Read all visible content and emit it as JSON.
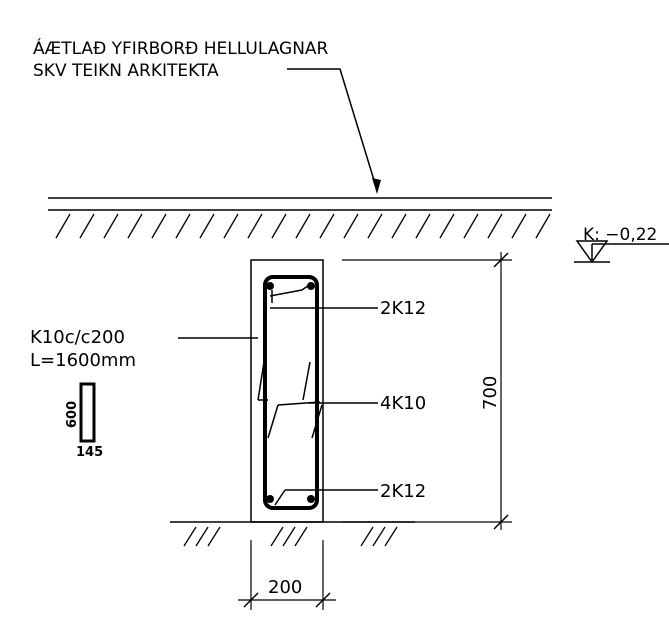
{
  "note": {
    "line1": "ÁÆTLAÐ YFIRBORÐ HELLULAGNAR",
    "line2": "SKV TEIKN ARKITEKTA"
  },
  "elevation_label": "K: −0,22",
  "bars": {
    "top": "2K12",
    "middle": "4K10",
    "bottom": "2K12"
  },
  "stirrup": {
    "line1": "K10c/c200",
    "line2": "L=1600mm"
  },
  "stirrup_shape": {
    "height": "600",
    "width": "145"
  },
  "dimensions": {
    "height": "700",
    "width": "200"
  }
}
